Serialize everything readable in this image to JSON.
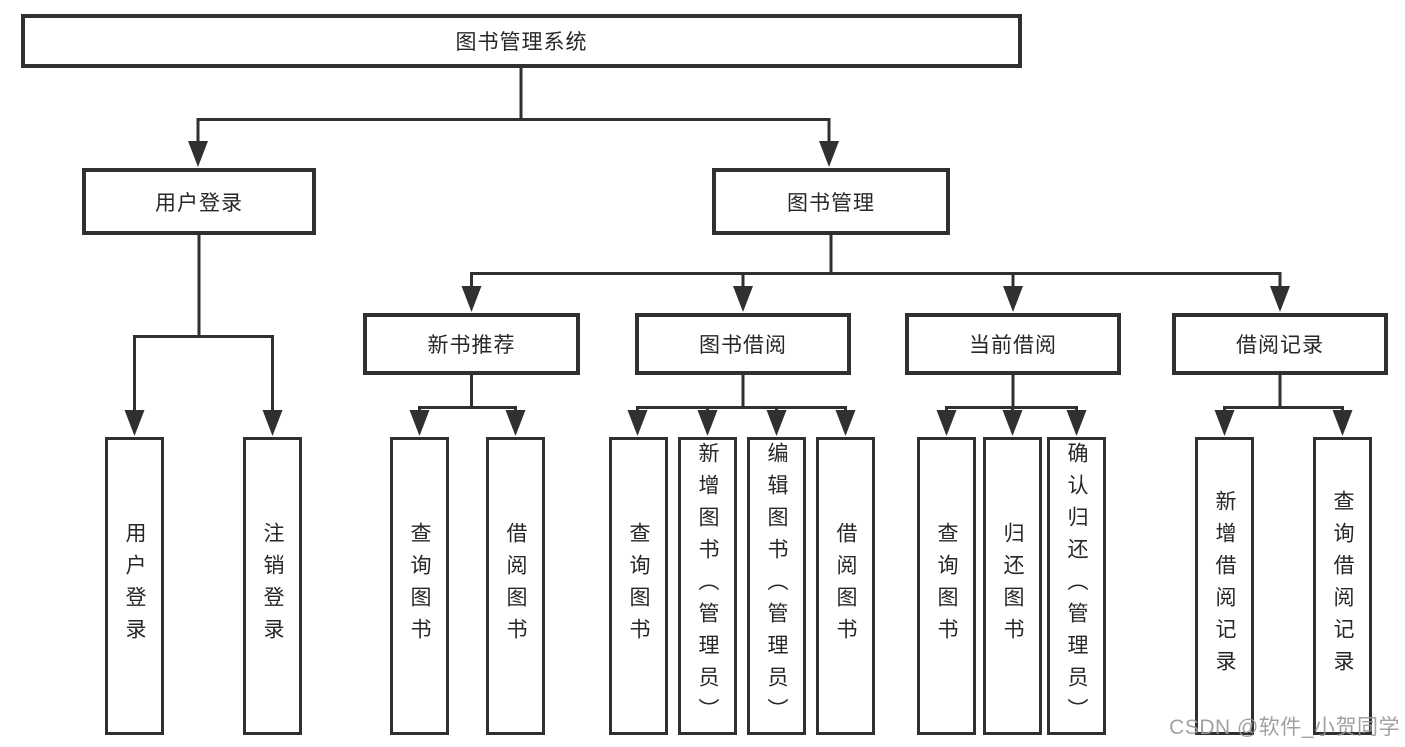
{
  "diagram": {
    "root": "图书管理系统",
    "level2": [
      {
        "label": "用户登录"
      },
      {
        "label": "图书管理"
      }
    ],
    "level3": [
      {
        "label": "新书推荐"
      },
      {
        "label": "图书借阅"
      },
      {
        "label": "当前借阅"
      },
      {
        "label": "借阅记录"
      }
    ],
    "leaves": {
      "user_login": [
        "用户登录",
        "注销登录"
      ],
      "new_books": [
        "查询图书",
        "借阅图书"
      ],
      "book_borrow": [
        "查询图书",
        "新增图书（管理员）",
        "编辑图书（管理员）",
        "借阅图书"
      ],
      "current_borrow": [
        "查询图书",
        "归还图书",
        "确认归还（管理员）"
      ],
      "borrow_record": [
        "新增借阅记录",
        "查询借阅记录"
      ]
    }
  },
  "watermark": {
    "text": "CSDN @软件_小贺同学",
    "color": "#9a9a9a"
  },
  "colors": {
    "line": "#303030",
    "text": "#272727",
    "background": "#ffffff"
  }
}
